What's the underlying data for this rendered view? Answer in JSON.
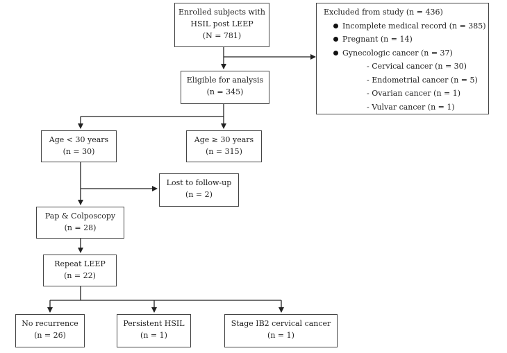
{
  "enrolled": {
    "line1": "Enrolled subjects with",
    "line2": "HSIL post LEEP",
    "line3": "(N = 781)"
  },
  "excluded": {
    "title": "Excluded from study (n = 436)",
    "items": [
      {
        "text": "Incomplete medical record (n = 385)"
      },
      {
        "text": "Pregnant (n = 14)"
      },
      {
        "text": "Gynecologic cancer (n = 37)"
      }
    ],
    "subitems": [
      {
        "text": "- Cervical cancer (n = 30)"
      },
      {
        "text": "- Endometrial cancer (n = 5)"
      },
      {
        "text": "- Ovarian cancer (n = 1)"
      },
      {
        "text": "- Vulvar cancer (n = 1)"
      }
    ]
  },
  "eligible": {
    "line1": "Eligible for analysis",
    "line2": "(n = 345)"
  },
  "age_lt30": {
    "line1": "Age < 30 years",
    "line2": "(n = 30)"
  },
  "age_ge30": {
    "line1": "Age ≥ 30 years",
    "line2": "(n = 315)"
  },
  "lost": {
    "line1": "Lost to follow-up",
    "line2": "(n = 2)"
  },
  "pap": {
    "line1": "Pap & Colposcopy",
    "line2": "(n = 28)"
  },
  "repeat": {
    "line1": "Repeat LEEP",
    "line2": "(n = 22)"
  },
  "norecur": {
    "line1": "No recurrence",
    "line2": "(n = 26)"
  },
  "persistent": {
    "line1": "Persistent HSIL",
    "line2": "(n = 1)"
  },
  "stage": {
    "line1": "Stage IB2 cervical cancer",
    "line2": "(n = 1)"
  }
}
